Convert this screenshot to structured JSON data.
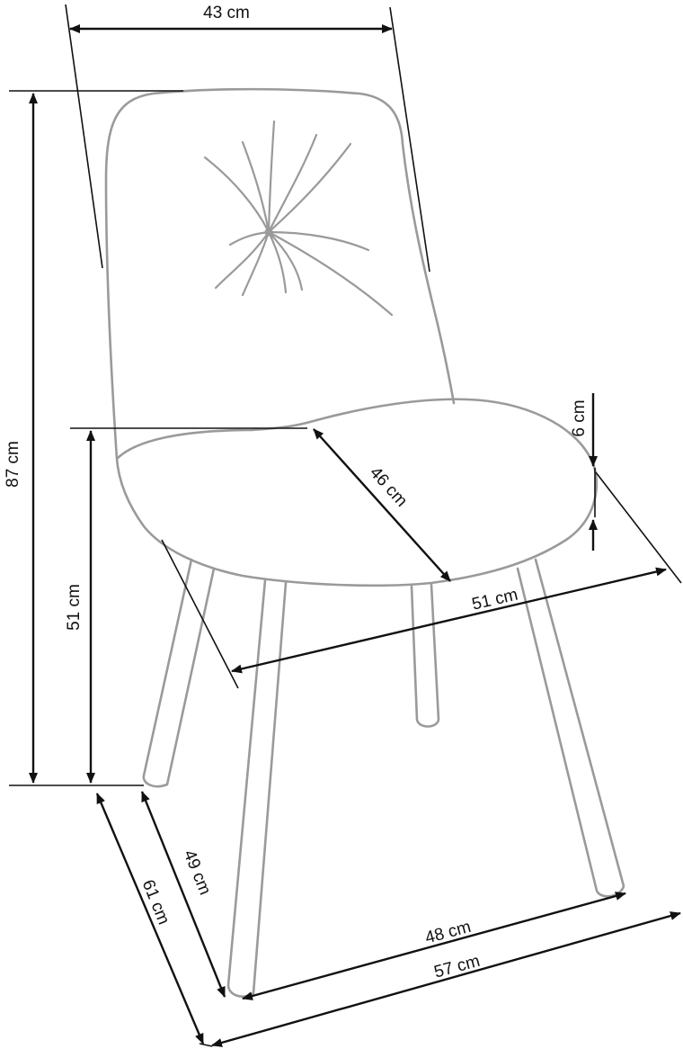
{
  "diagram": {
    "subject": "chair",
    "colors": {
      "outline": "#9a9a9a",
      "dimension": "#111111",
      "background": "#ffffff"
    },
    "dimensions": {
      "top_width": "43 cm",
      "total_height": "87 cm",
      "seat_height": "51 cm",
      "seat_depth": "46 cm",
      "seat_thickness": "6 cm",
      "seat_width": "51 cm",
      "leg_depth": "49 cm",
      "base_depth": "61 cm",
      "leg_width": "48 cm",
      "base_width": "57 cm"
    }
  }
}
